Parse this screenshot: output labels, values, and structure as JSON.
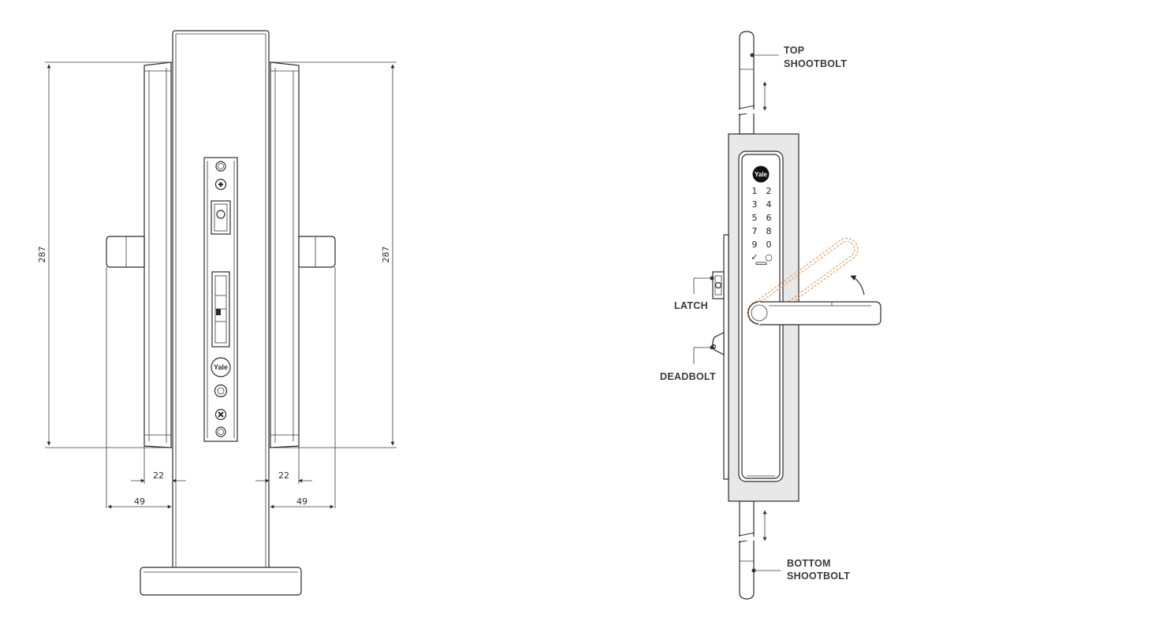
{
  "left_view": {
    "dimensions": {
      "height_left": "287",
      "height_right": "287",
      "offset_left_small": "22",
      "offset_right_small": "22",
      "offset_left_large": "49",
      "offset_right_large": "49"
    },
    "faceplate_logo": "Yale"
  },
  "right_view": {
    "logo": "Yale",
    "keypad": [
      "1",
      "2",
      "3",
      "4",
      "5",
      "6",
      "7",
      "8",
      "9",
      "0",
      "✓",
      "○"
    ],
    "callouts": {
      "top_shootbolt": [
        "TOP",
        "SHOOTBOLT"
      ],
      "latch": "LATCH",
      "deadbolt": "DEADBOLT",
      "bottom_shootbolt": [
        "BOTTOM",
        "SHOOTBOLT"
      ]
    },
    "colors": {
      "rotation_ghost": "#e79a5a",
      "faceplate_fill": "#e8e8e8",
      "line": "#2b2b2b"
    }
  }
}
